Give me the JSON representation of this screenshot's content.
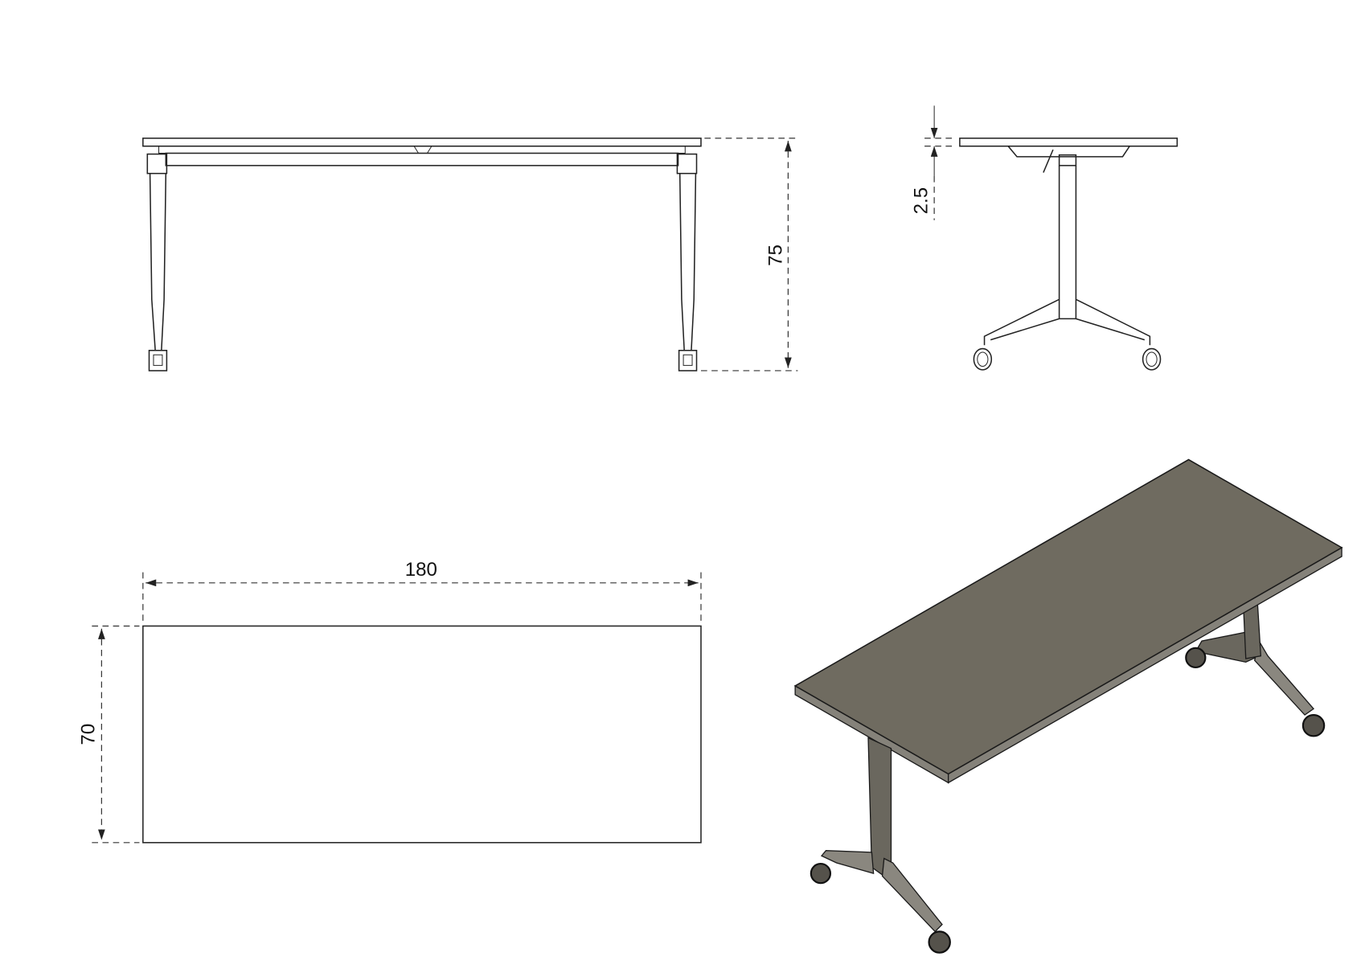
{
  "drawing": {
    "front_view": {
      "height_label": "75"
    },
    "side_view": {
      "top_thickness_label": "2.5"
    },
    "top_view": {
      "length_label": "180",
      "width_label": "70"
    },
    "iso_view": {
      "top_color": "#6f6b60",
      "frame_color": "#6a675e"
    }
  }
}
